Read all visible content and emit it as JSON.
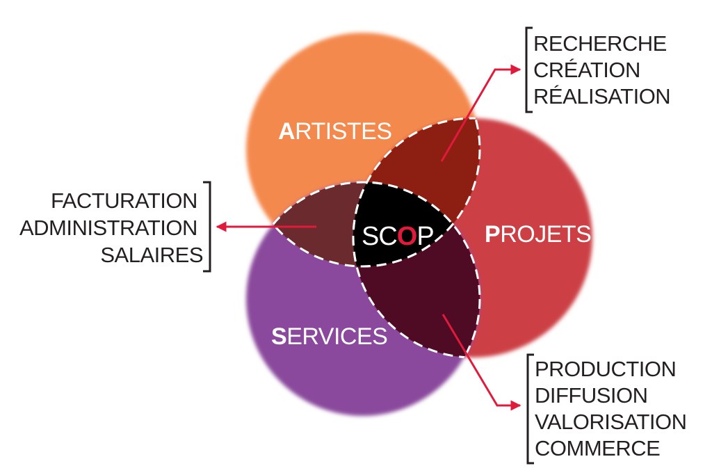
{
  "diagram": {
    "colors": {
      "artistes": "#f4894e",
      "projets": "#cc3f45",
      "services": "#8a4a9c",
      "artistes_projets": "#8c1f12",
      "artistes_services": "#6b2a2e",
      "projets_services": "#4f0b24",
      "center": "#000000",
      "arrow": "#e11a3c",
      "bracket": "#231f20",
      "circle_text": "#ffffff",
      "accent_o": "#e11a3c"
    },
    "circles": {
      "artistes": {
        "initial": "A",
        "rest": "RTISTES"
      },
      "projets": {
        "initial": "P",
        "rest": "ROJETS"
      },
      "services": {
        "initial": "S",
        "rest": "ERVICES"
      }
    },
    "center": {
      "before": "SC",
      "accent": "O",
      "after": "P"
    },
    "lists": {
      "top_right": [
        "RECHERCHE",
        "CRÉATION",
        "RÉALISATION"
      ],
      "left": [
        "FACTURATION",
        "ADMINISTRATION",
        "SALAIRES"
      ],
      "bottom_right": [
        "PRODUCTION",
        "DIFFUSION",
        "VALORISATION",
        "COMMERCE"
      ]
    }
  }
}
